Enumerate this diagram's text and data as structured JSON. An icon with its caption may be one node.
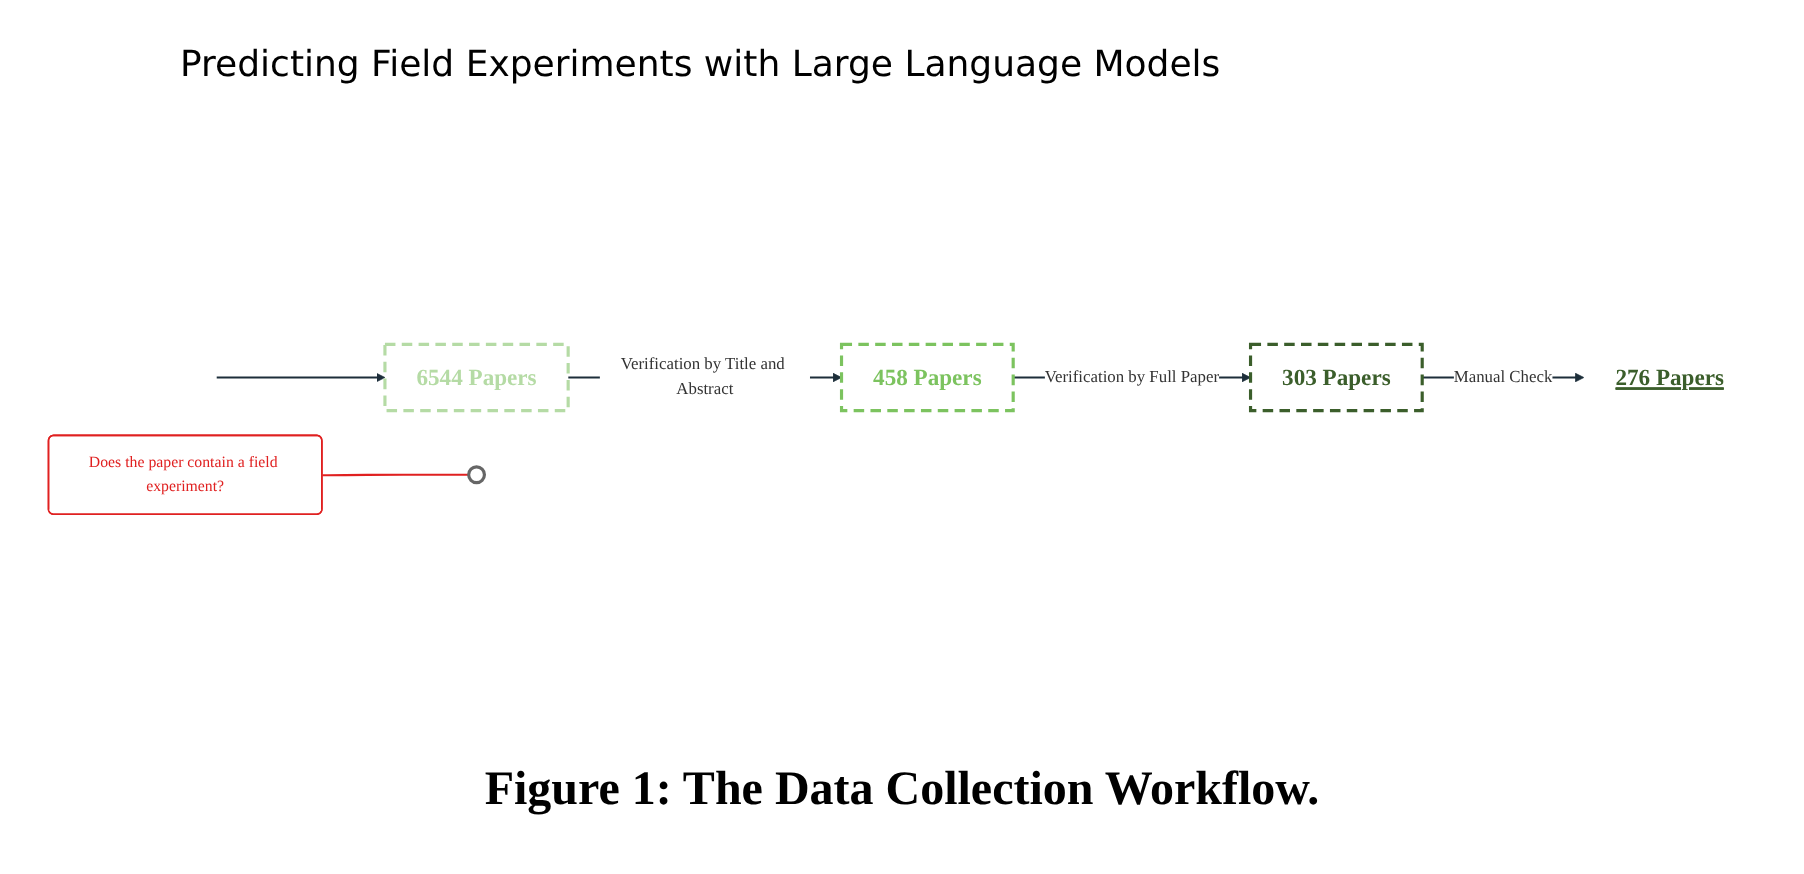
{
  "diagram": {
    "caption": "Figure 1: The Data Collection Workflow.",
    "nodes": [
      {
        "text": [
          "6544 Papers"
        ]
      },
      {
        "text": [
          "458 Papers"
        ]
      },
      {
        "text": [
          "Does the paper contain a field experiment?"
        ]
      },
      {
        "text": [],
        "shape": "person"
      },
      {
        "text": [
          "303 Papers"
        ]
      },
      {
        "text": [
          "276 Papers"
        ]
      }
    ],
    "edges": [
      {
        "from": null,
        "to": 0,
        "arrow": "to"
      },
      {
        "from": 0,
        "to": 1,
        "arrow": "to",
        "label": "Verification by Title and Abstract"
      },
      {
        "from": 1,
        "to": 4,
        "arrow": "to",
        "label": "Verification by Full Paper"
      },
      {
        "from": 4,
        "to": 5,
        "arrow": "to",
        "label": "Manual Check"
      },
      {
        "from": 2,
        "to": 3,
        "arrow": "none",
        "color": "#e02020"
      }
    ],
    "labels": [
      "Predicting Field Experiments with Large Language Models"
    ]
  }
}
